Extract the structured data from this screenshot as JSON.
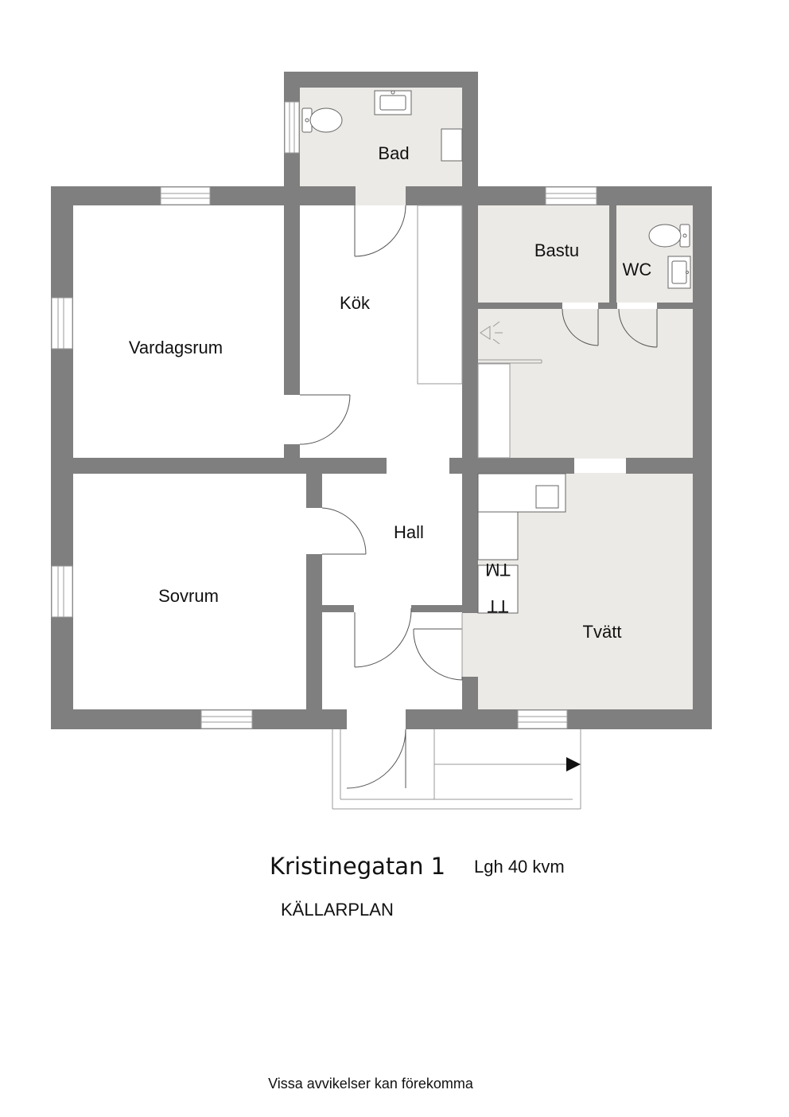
{
  "plan": {
    "rooms": {
      "bad": "Bad",
      "kok": "Kök",
      "vardagsrum": "Vardagsrum",
      "bastu": "Bastu",
      "wc": "WC",
      "hall": "Hall",
      "sovrum": "Sovrum",
      "tvatt": "Tvätt"
    },
    "appliances": {
      "tm": "TM",
      "tt": "TT"
    },
    "colors": {
      "wall": "#7f7f7f",
      "tiled_floor": "#eceae6"
    }
  },
  "caption": {
    "address": "Kristinegatan 1",
    "area": "Lgh 40 kvm",
    "level": "KÄLLARPLAN"
  },
  "disclaimer": "Vissa avvikelser kan förekomma"
}
